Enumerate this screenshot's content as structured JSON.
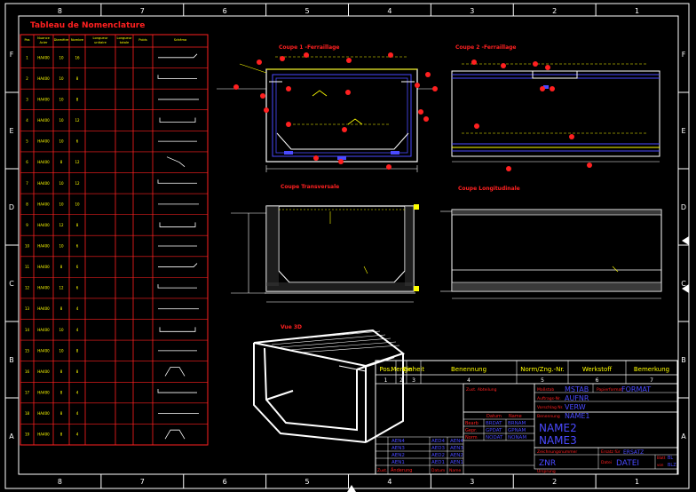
{
  "frame": {
    "col_numbers": [
      "8",
      "7",
      "6",
      "5",
      "4",
      "3",
      "2",
      "1"
    ],
    "row_letters": [
      "F",
      "E",
      "D",
      "C",
      "B",
      "A"
    ]
  },
  "table": {
    "title": "Tableau de Nomenclature",
    "headers": [
      "Pos",
      "Nuance\nAcier",
      "Diamètre",
      "Nombre",
      "Longueur\nunitaire",
      "Longueur\ntotale",
      "Poids",
      "Schéma"
    ],
    "rows": [
      [
        "1",
        "HA400",
        "10",
        "16",
        "",
        "",
        "",
        ""
      ],
      [
        "2",
        "HA400",
        "10",
        "8",
        "",
        "",
        "",
        ""
      ],
      [
        "3",
        "HA400",
        "10",
        "8",
        "",
        "",
        "",
        ""
      ],
      [
        "4",
        "HA400",
        "10",
        "12",
        "",
        "",
        "",
        ""
      ],
      [
        "5",
        "HA400",
        "10",
        "6",
        "",
        "",
        "",
        ""
      ],
      [
        "6",
        "HA400",
        "8",
        "12",
        "",
        "",
        "",
        ""
      ],
      [
        "7",
        "HA400",
        "10",
        "12",
        "",
        "",
        "",
        ""
      ],
      [
        "8",
        "HA400",
        "10",
        "10",
        "",
        "",
        "",
        ""
      ],
      [
        "9",
        "HA400",
        "12",
        "8",
        "",
        "",
        "",
        ""
      ],
      [
        "10",
        "HA400",
        "10",
        "6",
        "",
        "",
        "",
        ""
      ],
      [
        "11",
        "HA400",
        "8",
        "6",
        "",
        "",
        "",
        ""
      ],
      [
        "12",
        "HA400",
        "12",
        "6",
        "",
        "",
        "",
        ""
      ],
      [
        "13",
        "HA400",
        "8",
        "4",
        "",
        "",
        "",
        ""
      ],
      [
        "14",
        "HA400",
        "10",
        "4",
        "",
        "",
        "",
        ""
      ],
      [
        "15",
        "HA400",
        "10",
        "8",
        "",
        "",
        "",
        ""
      ],
      [
        "16",
        "HA400",
        "8",
        "8",
        "",
        "",
        "",
        ""
      ],
      [
        "17",
        "HA400",
        "8",
        "4",
        "",
        "",
        "",
        ""
      ],
      [
        "18",
        "HA400",
        "8",
        "4",
        "",
        "",
        "",
        ""
      ],
      [
        "19",
        "HA400",
        "8",
        "4",
        "",
        "",
        "",
        ""
      ]
    ]
  },
  "views": {
    "coupe1": "Coupe 1 -Ferraillage",
    "coupe2": "Coupe 2 -Ferraillage",
    "coupe_transversale": "Coupe Transversale",
    "coupe_longitudinale": "Coupe Longitudinale",
    "vue3d": "Vue 3D"
  },
  "title_block": {
    "parts_header": [
      "Pos.",
      "Menge",
      "Einheit",
      "Benennung",
      "Norm/Zng.-Nr.",
      "Werkstoff",
      "Bemerkung"
    ],
    "parts_numbers": [
      "1",
      "2",
      "3",
      "4",
      "5",
      "6",
      "7"
    ],
    "abteilung_label": "Zust. Abteilung",
    "massstab_label": "Maßstab",
    "massstab_value": "MSTAB",
    "papier_label": "Papierformat",
    "papier_value": "FORMAT",
    "auftrag_label": "Auftrags-Nr.",
    "auftrag_value": "AUFNR",
    "vorschlag_label": "Vorschlag Nr.",
    "vorschlag_value": "VERW",
    "datum_label": "Datum",
    "name_label": "Name",
    "bearb": "Bearb",
    "gepr": "Gepr.",
    "norm": "Norm",
    "bearb_datum": "BRDAT",
    "bearb_name": "BRNAM",
    "gepr_datum": "GPDAT",
    "gepr_name": "GPNAM",
    "norm_datum": "NODAT",
    "norm_name": "NONAM",
    "benennung_label": "Benennung",
    "name1": "NAME1",
    "name2": "NAME2",
    "name3": "NAME3",
    "zeichnungsnr_label": "Zeichnungsnummer",
    "zeichnungsnr_value": "ZNR",
    "aenderungen": [
      "AEN4",
      "AEN3",
      "AEN2",
      "AEN1"
    ],
    "aen_datum": [
      "AED4",
      "AED3",
      "AED2",
      "AED1"
    ],
    "aen_name": [
      "AEN4",
      "AEN3",
      "AEN2",
      "AEN1"
    ],
    "revision_label": "Zust.",
    "aenderung_label": "Änderung",
    "datum_label2": "Datum",
    "name_label2": "Name",
    "ursprung_label": "Ursprung",
    "ersatz_label": "Ersatz für",
    "ersatz_value": "ERSATZ",
    "datei_label": "Datei",
    "datei_value": "DATEI",
    "blatt_label": "Blatt",
    "blatt_value": "BL",
    "von_label": "von",
    "von_value": "BLZ"
  }
}
